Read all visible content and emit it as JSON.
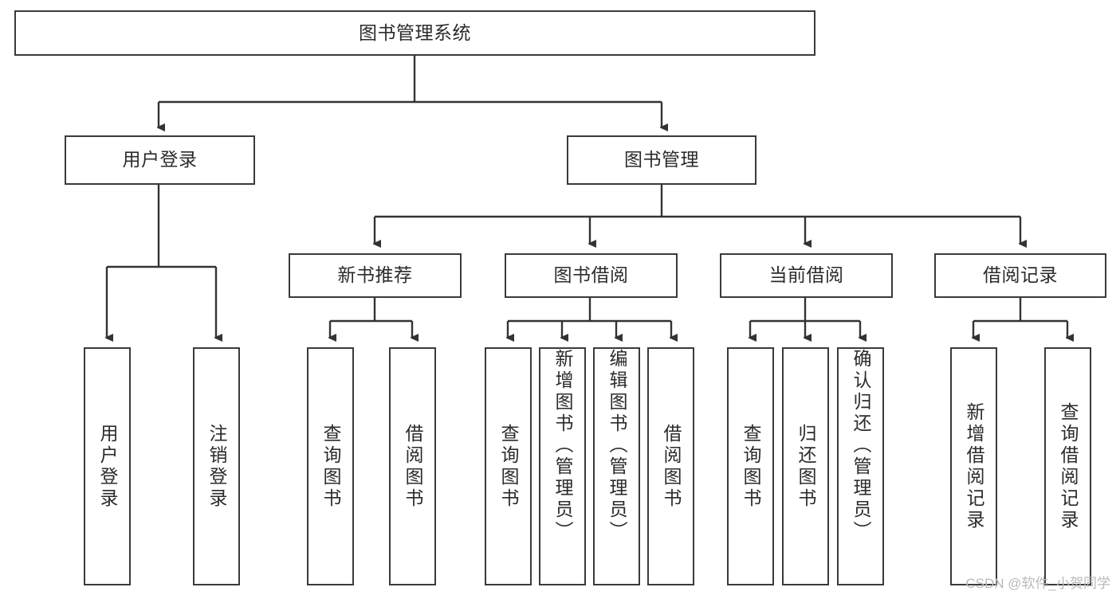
{
  "diagram": {
    "title": "图书管理系统",
    "type": "hierarchy-tree",
    "levels": 4,
    "root": {
      "label": "图书管理系统"
    },
    "level2": [
      {
        "label": "用户登录"
      },
      {
        "label": "图书管理"
      }
    ],
    "level3": [
      {
        "label": "新书推荐"
      },
      {
        "label": "图书借阅"
      },
      {
        "label": "当前借阅"
      },
      {
        "label": "借阅记录"
      }
    ],
    "leaves": {
      "user_login": [
        {
          "label": "用户登录"
        },
        {
          "label": "注销登录"
        }
      ],
      "new_book_recommend": [
        {
          "label": "查询图书"
        },
        {
          "label": "借阅图书"
        }
      ],
      "book_borrow": [
        {
          "label": "查询图书"
        },
        {
          "label": "新增图书（管理员）"
        },
        {
          "label": "编辑图书（管理员）"
        },
        {
          "label": "借阅图书"
        }
      ],
      "current_borrow": [
        {
          "label": "查询图书"
        },
        {
          "label": "归还图书"
        },
        {
          "label": "确认归还（管理员）"
        }
      ],
      "borrow_record": [
        {
          "label": "新增借阅记录"
        },
        {
          "label": "查询借阅记录"
        }
      ]
    }
  },
  "watermark": {
    "text": "CSDN @软件_小贺同学"
  },
  "colors": {
    "border": "#3a3a3a",
    "text": "#2b2b2b",
    "background": "#ffffff",
    "watermark": "#b9b9b9"
  }
}
